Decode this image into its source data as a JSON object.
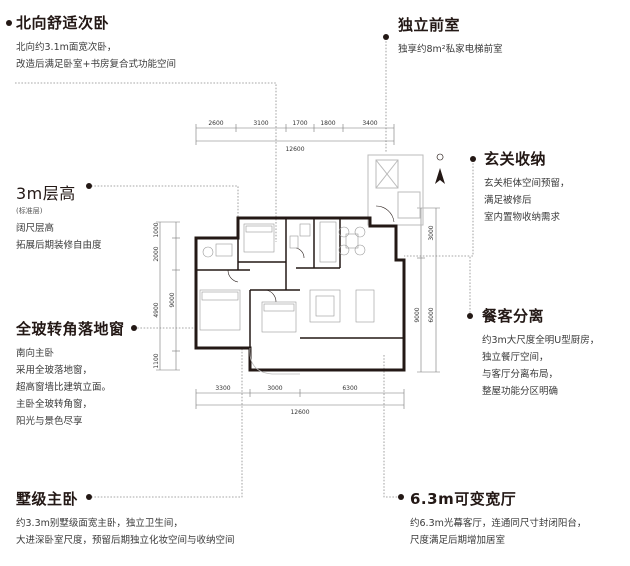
{
  "callouts": {
    "north_bedroom": {
      "title": "北向舒适次卧",
      "lines": [
        "北向约3.1m面宽次卧，",
        "改造后满足卧室+书房复合式功能空间"
      ]
    },
    "private_lobby": {
      "title": "独立前室",
      "line": "独享约8m²私家电梯前室"
    },
    "entrance_storage": {
      "title": "玄关收纳",
      "lines": [
        "玄关柜体空间预留，",
        "满足被修后",
        "室内置物收纳需求"
      ]
    },
    "ceiling": {
      "title": "3m层高",
      "note": "(标准层)",
      "lines": [
        "阔尺层高",
        "拓展后期装修自由度"
      ]
    },
    "dining": {
      "title": "餐客分离",
      "lines": [
        "约3m大尺度全明U型厨房，",
        "独立餐厅空间，",
        "与客厅分离布局，",
        "整屋功能分区明确"
      ]
    },
    "window": {
      "title": "全玻转角落地窗",
      "lines": [
        "南向主卧",
        "采用全玻落地窗，",
        "超高窗墙比建筑立面。",
        "主卧全玻转角窗，",
        "阳光与景色尽享"
      ]
    },
    "master": {
      "title": "墅级主卧",
      "lines": [
        "约3.3m别墅级面宽主卧，独立卫生间，",
        "大进深卧室尺度，预留后期独立化妆空间与收纳空间"
      ]
    },
    "living": {
      "title": "6.3m可变宽厅",
      "lines": [
        "约6.3m光幕客厅，连通同尺寸封闭阳台，",
        "尺度满足后期增加居室"
      ]
    }
  },
  "dimensions": {
    "top_segments": [
      "2600",
      "3100",
      "1700",
      "1800",
      "3400"
    ],
    "top_total": "12600",
    "bottom_segments": [
      "3300",
      "3000",
      "6300"
    ],
    "bottom_total": "12600",
    "left_segments": [
      "1000",
      "2000",
      "4900",
      "1100"
    ],
    "left_total": "9000",
    "right_segments": [
      "3000",
      "6000"
    ],
    "right_total": "9000"
  },
  "colors": {
    "text": "#231815",
    "wall": "#231815",
    "leader": "#888888",
    "dim": "#777777"
  },
  "icons": [
    "north-arrow-icon"
  ]
}
